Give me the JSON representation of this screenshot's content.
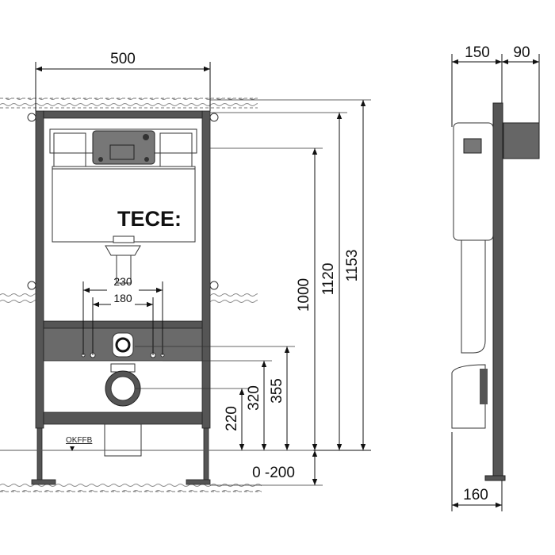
{
  "front_view": {
    "brand_logo": "TECE:",
    "width_dim": "500",
    "inner_dim_outer": "230",
    "inner_dim_inner": "180",
    "floor_label": "OKFFB",
    "heights": {
      "h220": "220",
      "h320": "320",
      "h355": "355",
      "h1000": "1000",
      "h1120": "1120",
      "h1153": "1153",
      "leg_adjust": "0 -200"
    }
  },
  "side_view": {
    "depth_frame": "150",
    "depth_wall": "90",
    "foot_depth": "160"
  },
  "colors": {
    "frame": "#555555",
    "lines": "#111111",
    "panel": "#777777"
  }
}
